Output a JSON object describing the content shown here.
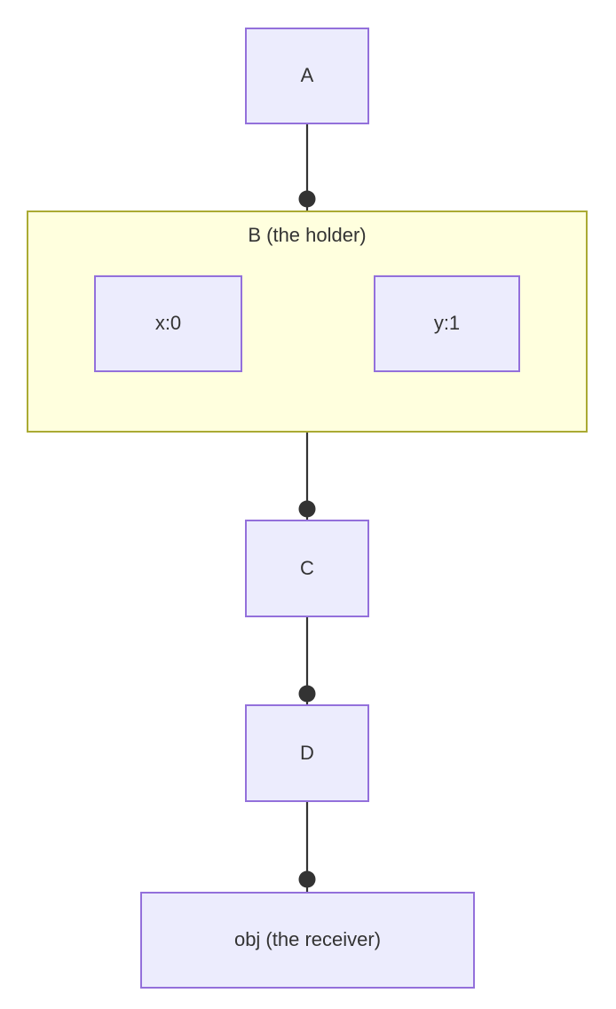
{
  "diagram": {
    "type": "flowchart",
    "direction": "top-to-bottom",
    "background": "#ffffff",
    "node_fill": "#ececfd",
    "node_stroke": "#9370db",
    "cluster_fill": "#ffffde",
    "cluster_stroke": "#aaaa33",
    "edge_color": "#333333",
    "text_color": "#333333",
    "nodes": [
      {
        "id": "A",
        "label": "A"
      },
      {
        "id": "x",
        "label": "x:0"
      },
      {
        "id": "y",
        "label": "y:1"
      },
      {
        "id": "C",
        "label": "C"
      },
      {
        "id": "D",
        "label": "D"
      },
      {
        "id": "obj",
        "label": "obj (the receiver)"
      }
    ],
    "clusters": [
      {
        "id": "B",
        "label": "B (the holder)",
        "contains": [
          "x",
          "y"
        ]
      }
    ],
    "edges": [
      {
        "from": "A",
        "to": "B",
        "style": "line-with-dot",
        "arrowhead": "circle"
      },
      {
        "from": "x",
        "to": "y",
        "style": "line-with-arrow",
        "arrowhead": "triangle"
      },
      {
        "from": "B",
        "to": "C",
        "style": "line-with-dot",
        "arrowhead": "circle"
      },
      {
        "from": "C",
        "to": "D",
        "style": "line-with-dot",
        "arrowhead": "circle"
      },
      {
        "from": "D",
        "to": "obj",
        "style": "line-with-dot",
        "arrowhead": "circle"
      }
    ]
  }
}
